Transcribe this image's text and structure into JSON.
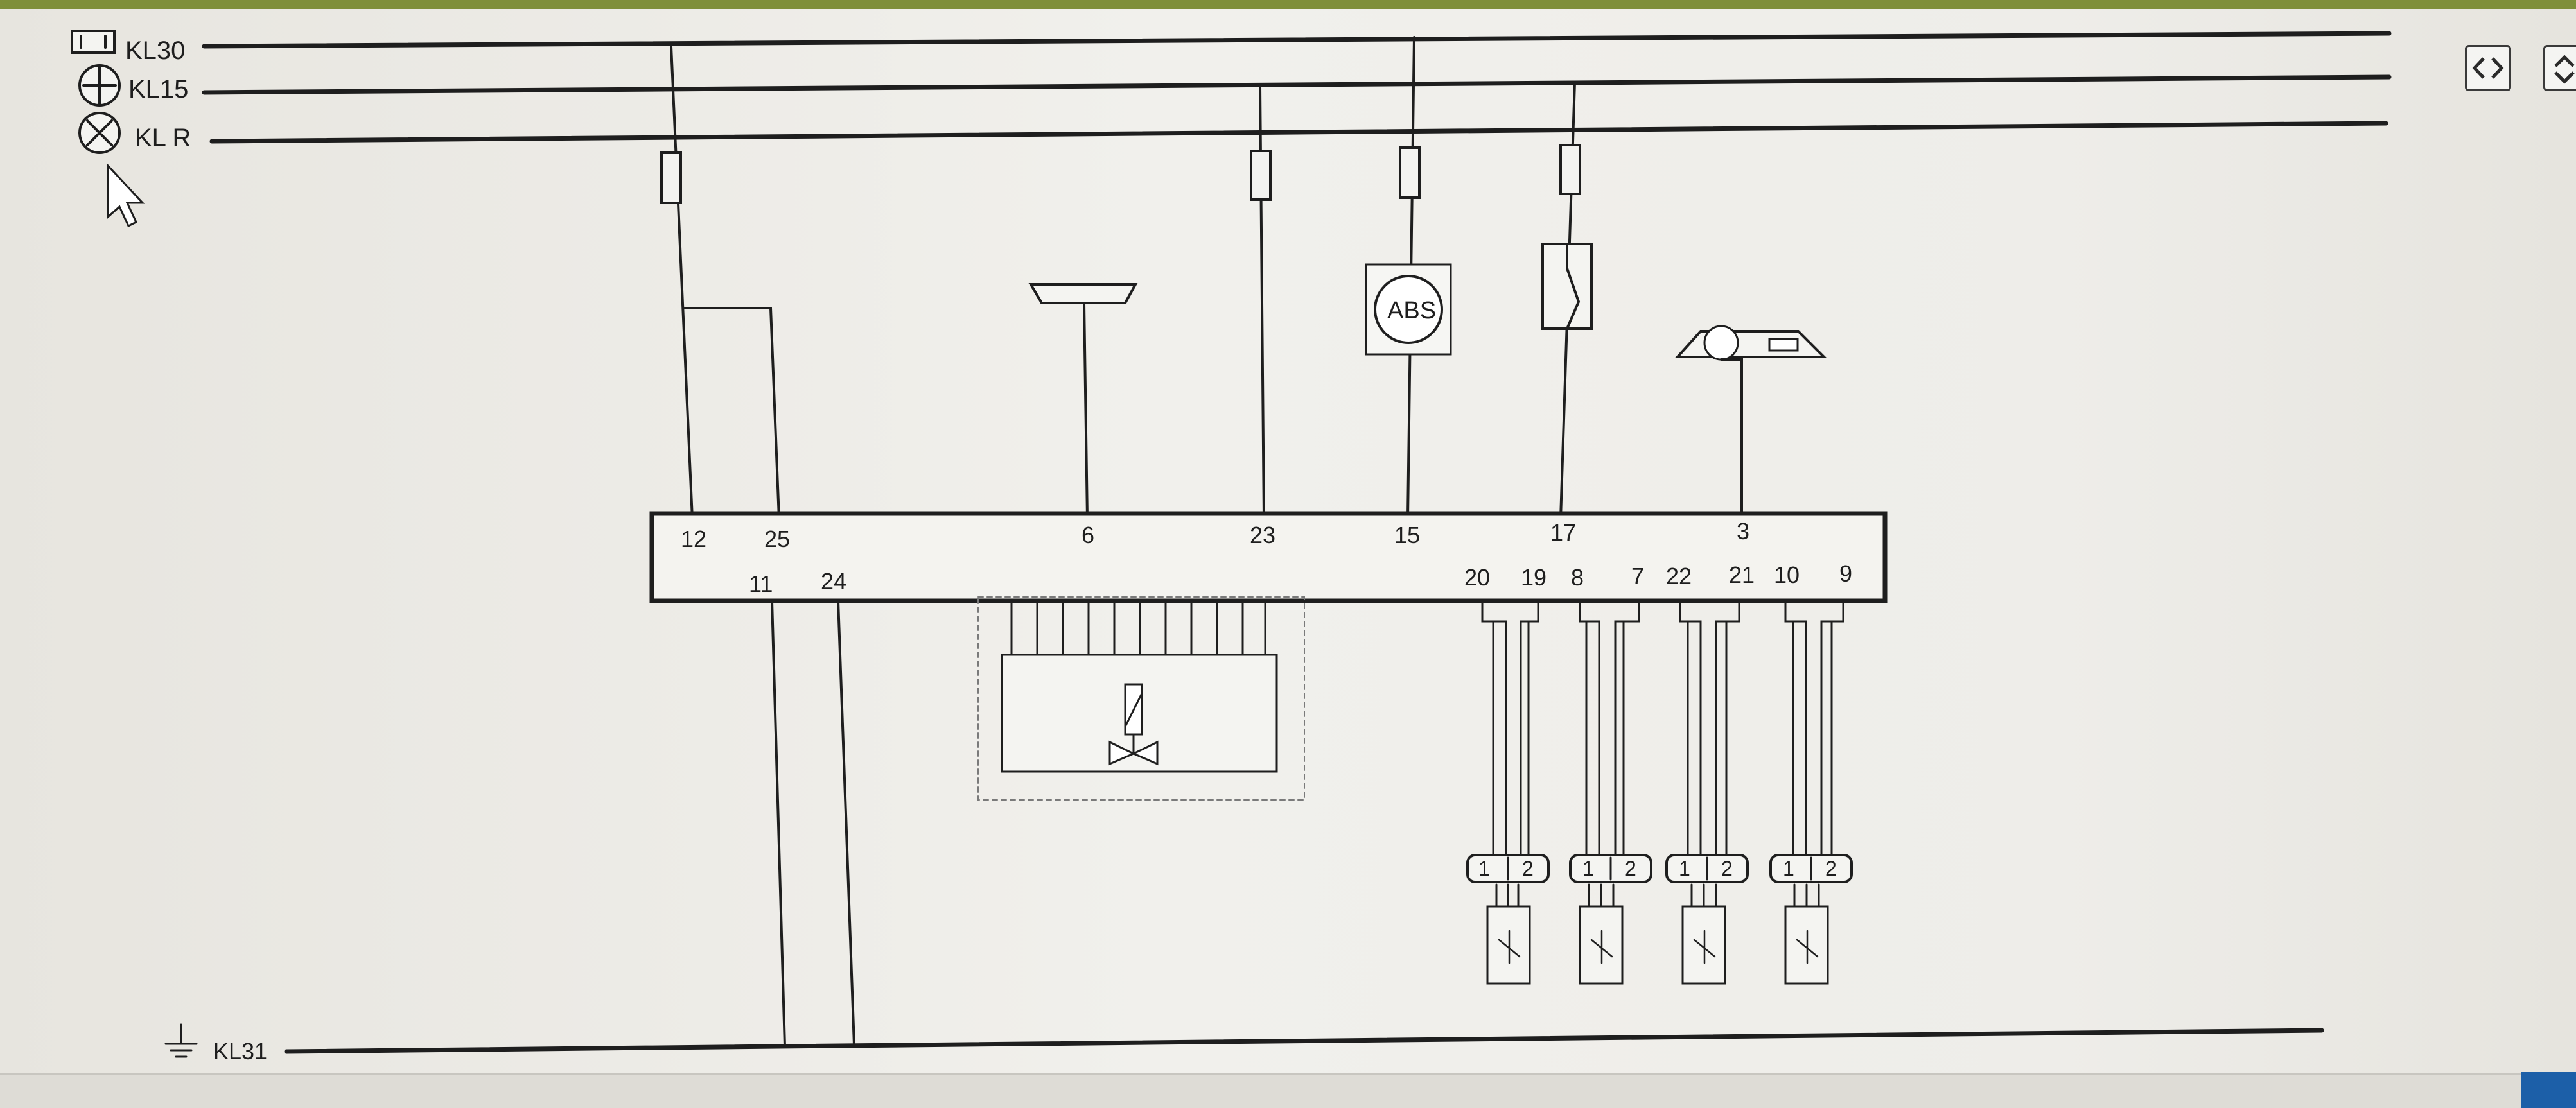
{
  "rails": {
    "kl30": "KL30",
    "kl15": "KL15",
    "klr": "KL R",
    "kl31": "KL31"
  },
  "control_unit": {
    "top_pins": [
      "12",
      "25",
      "6",
      "23",
      "15",
      "17",
      "3"
    ],
    "bottom_pins": [
      "11",
      "24",
      "20",
      "19",
      "8",
      "7",
      "22",
      "21",
      "10",
      "9"
    ]
  },
  "components": {
    "abs_label": "ABS"
  },
  "sensors": [
    {
      "pin_a": "1",
      "pin_b": "2"
    },
    {
      "pin_a": "1",
      "pin_b": "2"
    },
    {
      "pin_a": "1",
      "pin_b": "2"
    },
    {
      "pin_a": "1",
      "pin_b": "2"
    }
  ],
  "icons": {
    "kl30": "battery-icon",
    "kl15": "ignition-icon",
    "klr": "accessory-icon",
    "kl31": "ground-icon",
    "cursor": "mouse-cursor-icon",
    "toolbar_1": "expand-horizontal-icon",
    "toolbar_2": "fit-view-icon"
  },
  "colors": {
    "line": "#1e1e1e",
    "background": "#efeeea",
    "header_strip": "#7f8f3a",
    "accent_button": "#1c5fa8"
  }
}
